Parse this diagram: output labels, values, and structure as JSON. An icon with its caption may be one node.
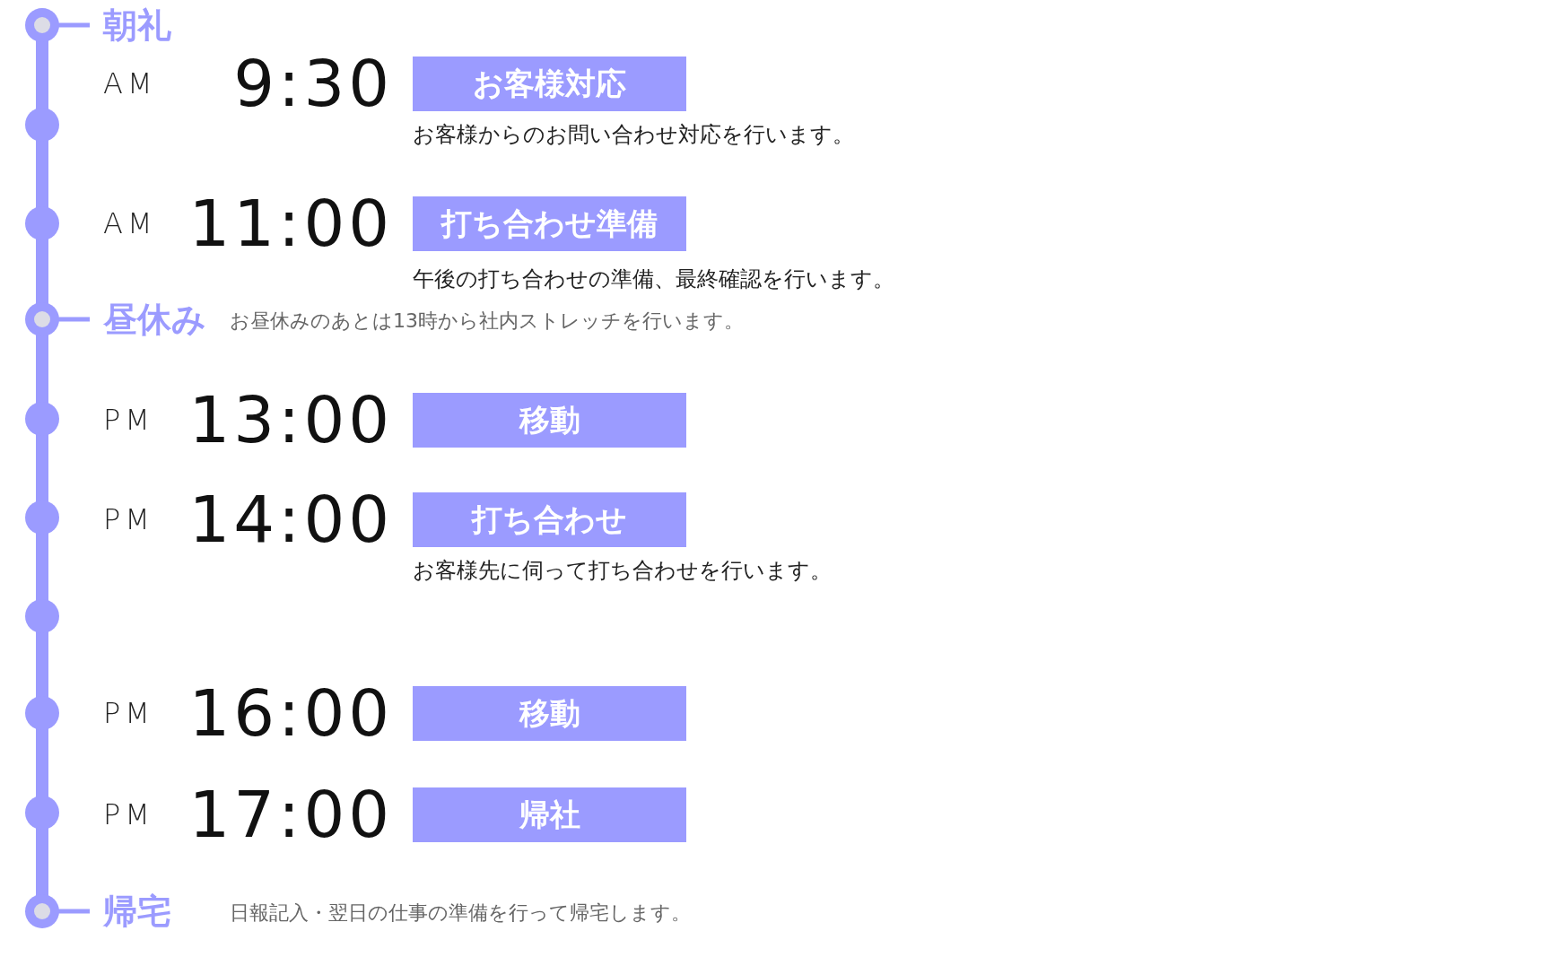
{
  "diagram": {
    "nodes": [
      {
        "text": [
          "お客様対応"
        ],
        "beside": [
          "お客様からのお問い合わせ対応を行います。"
        ]
      },
      {
        "text": [
          "打ち合わせ準備"
        ],
        "beside": [
          "午後の打ち合わせの準備、最終確認を行います。"
        ]
      },
      {
        "text": [
          "移動"
        ]
      },
      {
        "text": [
          "打ち合わせ"
        ],
        "beside": [
          "お客様先に伺って打ち合わせを行います。"
        ]
      },
      {
        "text": [
          "移動"
        ]
      },
      {
        "text": [
          "帰社"
        ]
      }
    ],
    "labels": [
      "朝礼",
      "AM",
      "9:30",
      "AM",
      "11:00",
      "昼休み",
      "お昼休みのあとは13時から社内ストレッチを行います。",
      "PM",
      "13:00",
      "PM",
      "14:00",
      "PM",
      "16:00",
      "PM",
      "17:00",
      "帰宅",
      "日報記入・翌日の仕事の準備を行って帰宅します。"
    ]
  }
}
